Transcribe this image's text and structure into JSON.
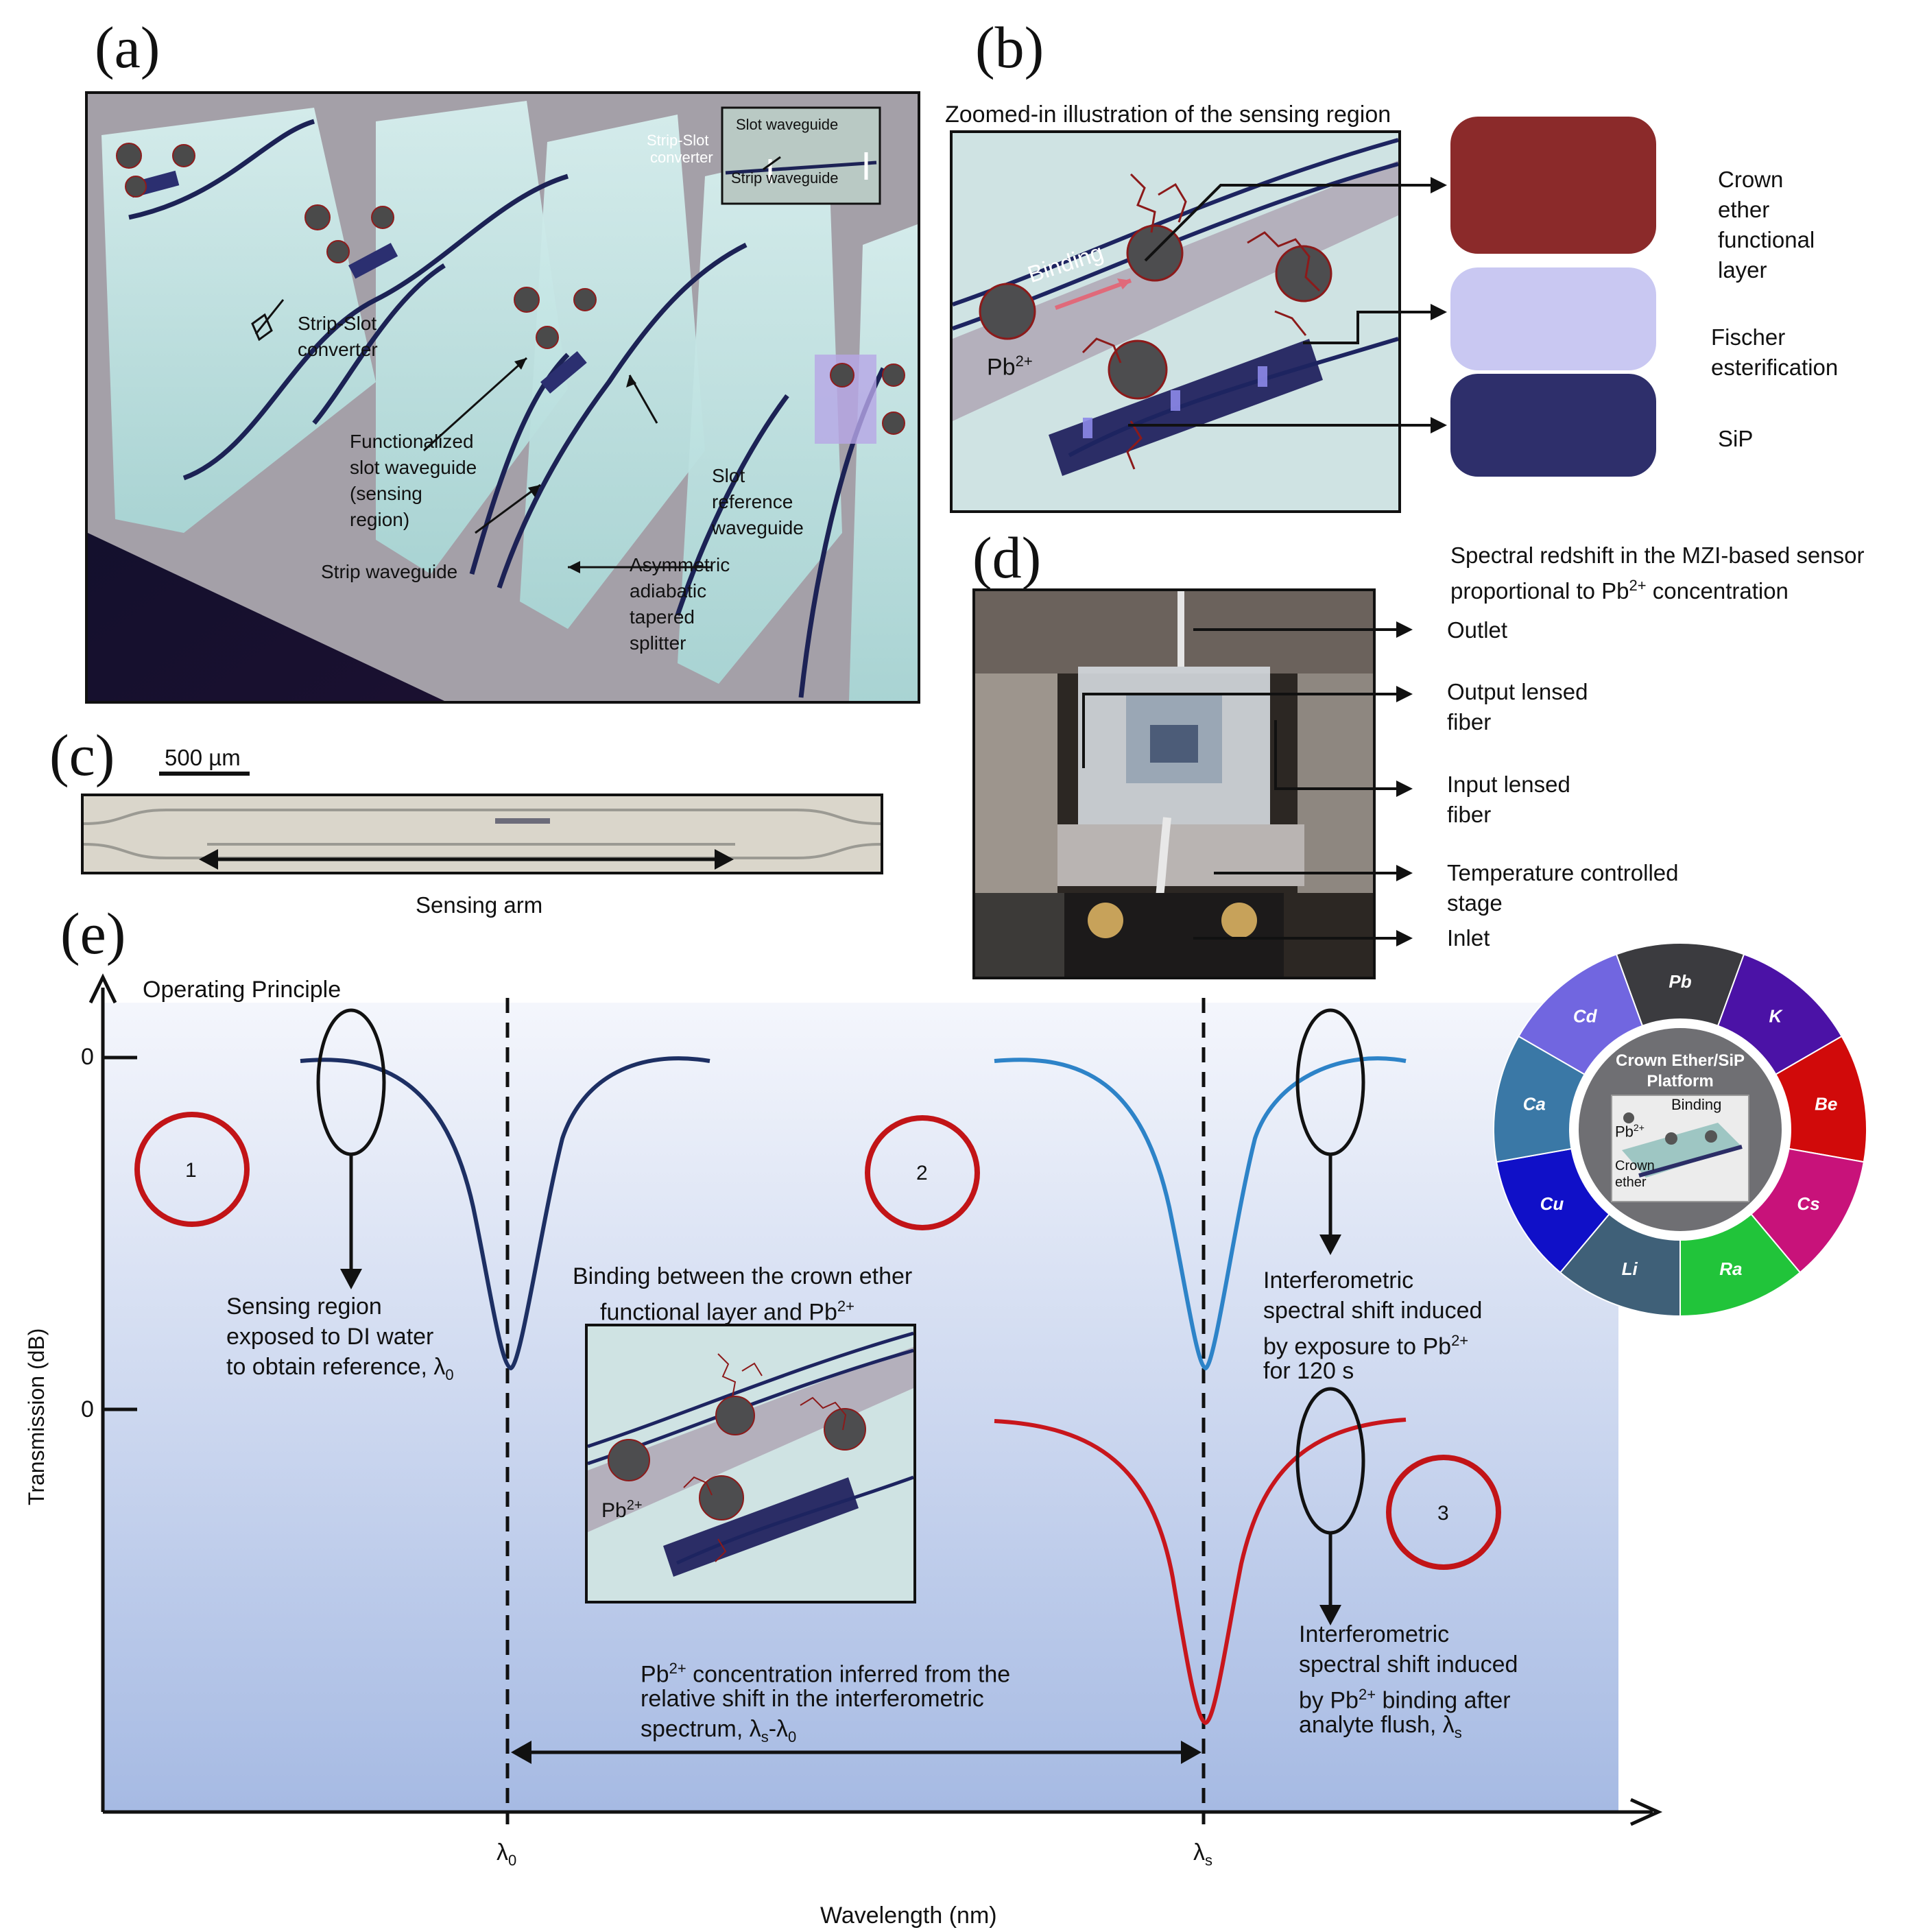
{
  "panels": {
    "a": {
      "letter": "(a)",
      "inset_slot": "Slot waveguide",
      "inset_converter_1": "Strip-Slot",
      "inset_converter_2": "converter",
      "inset_strip": "Strip waveguide",
      "strip_slot_1": "Strip-Slot",
      "strip_slot_2": "converter",
      "functionalized_1": "Functionalized",
      "functionalized_2": "slot waveguide",
      "functionalized_3": "(sensing",
      "functionalized_4": "region)",
      "slot_ref_1": "Slot",
      "slot_ref_2": "reference",
      "slot_ref_3": "waveguide",
      "strip_waveguide": "Strip waveguide",
      "splitter_1": "Asymmetric",
      "splitter_2": "adiabatic",
      "splitter_3": "tapered",
      "splitter_4": "splitter"
    },
    "b": {
      "letter": "(b)",
      "title": "Zoomed-in illustration of the sensing region",
      "binding": "Binding",
      "pb": "Pb",
      "pb_sup": "2+",
      "layer_crown_1": "Crown",
      "layer_crown_2": "ether",
      "layer_crown_3": "functional",
      "layer_crown_4": "layer",
      "layer_fischer_1": "Fischer",
      "layer_fischer_2": "esterification",
      "layer_sip": "SiP",
      "layer_colors": [
        "#8b2a2a",
        "#c9c8f2",
        "#2e2f6b"
      ],
      "redshift_1": "Spectral redshift in the MZI-based sensor",
      "redshift_2_pre": "proportional to Pb",
      "redshift_2_sup": "2+",
      "redshift_2_post": " concentration"
    },
    "c": {
      "letter": "(c)",
      "scale": "500 µm",
      "sensing_arm": "Sensing arm"
    },
    "d": {
      "letter": "(d)",
      "outlet": "Outlet",
      "output_1": "Output lensed",
      "output_2": "fiber",
      "input_1": "Input lensed",
      "input_2": "fiber",
      "temp_1": "Temperature controlled",
      "temp_2": "stage",
      "inlet": "Inlet"
    },
    "e": {
      "letter": "(e)",
      "operating": "Operating Principle",
      "ylabel": "Transmission (dB)",
      "xlabel": "Wavelength (nm)",
      "ytick_top": "0",
      "ytick_bottom": "0",
      "lambda0": "λ",
      "lambda0_sub": "0",
      "lambdas": "λ",
      "lambdas_sub": "s",
      "step1": "1",
      "step2": "2",
      "step3": "3",
      "s1_1": "Sensing region",
      "s1_2": "exposed to DI water",
      "s1_3_pre": "to obtain reference, λ",
      "s1_3_sub": "0",
      "binding_1": "Binding between the crown ether",
      "binding_2_pre": "functional layer and Pb",
      "binding_2_sup": "2+",
      "inset_pb": "Pb",
      "inset_pb_sup": "2+",
      "s2_1": "Interferometric",
      "s2_2": "spectral shift induced",
      "s2_3_pre": "by exposure to Pb",
      "s2_3_sup": "2+",
      "s2_4": "for 120 s",
      "s3_1": "Interferometric",
      "s3_2": "spectral shift induced",
      "s3_3_pre": "by Pb",
      "s3_3_sup": "2+",
      "s3_3_post": " binding after",
      "s3_4_pre": "analyte flush, λ",
      "s3_4_sub": "s",
      "conc_1_pre": "Pb",
      "conc_1_sup": "2+",
      "conc_1_post": " concentration inferred from the",
      "conc_2": "relative shift in the interferometric",
      "conc_3_pre": "spectrum, λ",
      "conc_3_sub1": "s",
      "conc_3_mid": "-λ",
      "conc_3_sub2": "0",
      "curve_colors": [
        "#1d2f63",
        "#2d83c8",
        "#c8161c"
      ],
      "circle_color": "#c21417",
      "wheel": {
        "center_1": "Crown Ether/SiP",
        "center_2": "Platform",
        "center_binding": "Binding",
        "center_pb": "Pb",
        "center_pb_sup": "2+",
        "center_crown_1": "Crown",
        "center_crown_2": "ether",
        "segments": [
          {
            "label": "Pb",
            "color": "#3b3b3f"
          },
          {
            "label": "K",
            "color": "#4b12a6"
          },
          {
            "label": "Be",
            "color": "#d10a0a"
          },
          {
            "label": "Cs",
            "color": "#c8127a"
          },
          {
            "label": "Ra",
            "color": "#21c43a"
          },
          {
            "label": "Li",
            "color": "#3f6078"
          },
          {
            "label": "Cu",
            "color": "#1010c8"
          },
          {
            "label": "Ca",
            "color": "#3a78a6"
          },
          {
            "label": "Cd",
            "color": "#7166e0"
          }
        ]
      }
    }
  }
}
